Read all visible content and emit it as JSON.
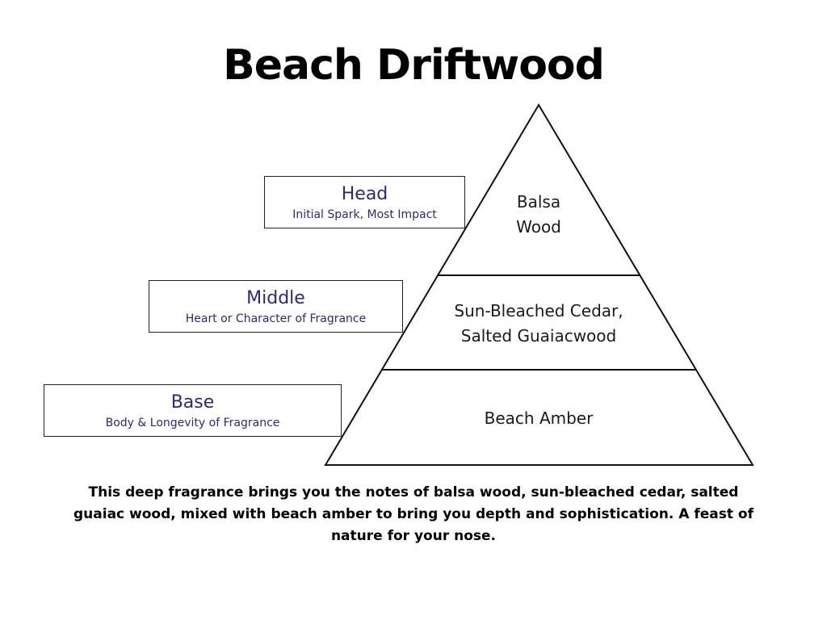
{
  "title": "Beach Driftwood",
  "tiers": [
    {
      "name": "Head",
      "description": "Initial Spark, Most Impact",
      "notes": [
        "Balsa",
        "Wood"
      ]
    },
    {
      "name": "Middle",
      "description": "Heart or Character of Fragrance",
      "notes": [
        "Sun-Bleached Cedar,",
        "Salted Guaiacwood"
      ]
    },
    {
      "name": "Base",
      "description": "Body & Longevity of Fragrance",
      "notes": [
        "Beach Amber"
      ]
    }
  ],
  "description": "This deep fragrance brings you the notes of balsa wood, sun-bleached cedar, salted guaiac wood, mixed with beach amber to bring you depth and sophistication. A feast of nature for your nose.",
  "colors": {
    "label_text": "#2d2a6e",
    "outline": "#111111"
  }
}
